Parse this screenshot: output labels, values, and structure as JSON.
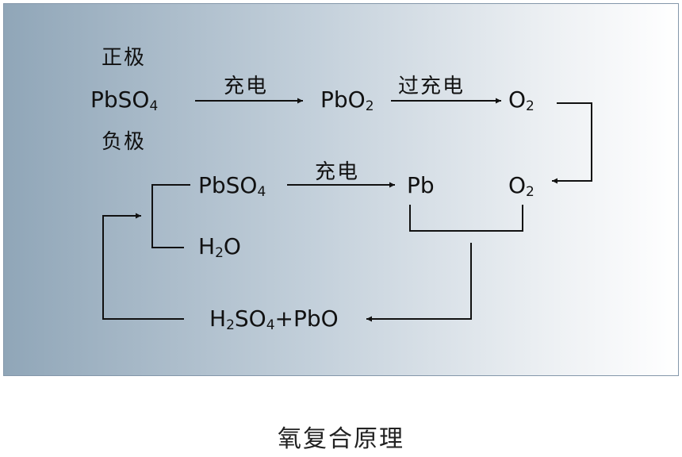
{
  "labels": {
    "positive": "正极",
    "negative": "负极",
    "charge1": "充电",
    "overcharge": "过充电",
    "charge2": "充电"
  },
  "species": {
    "pbso4_top": {
      "main": "PbSO",
      "sub": "4"
    },
    "pbo2": {
      "main": "PbO",
      "sub": "2"
    },
    "o2_top": {
      "main": "O",
      "sub": "2"
    },
    "pbso4_mid": {
      "main": "PbSO",
      "sub": "4"
    },
    "pb": "Pb",
    "o2_mid": {
      "main": "O",
      "sub": "2"
    },
    "h2o": {
      "a": "H",
      "sub": "2",
      "b": "O"
    },
    "h2so4_pbo": {
      "a": "H",
      "sub1": "2",
      "b": "SO",
      "sub2": "4",
      "c": "+PbO"
    }
  },
  "caption": "氧复合原理"
}
